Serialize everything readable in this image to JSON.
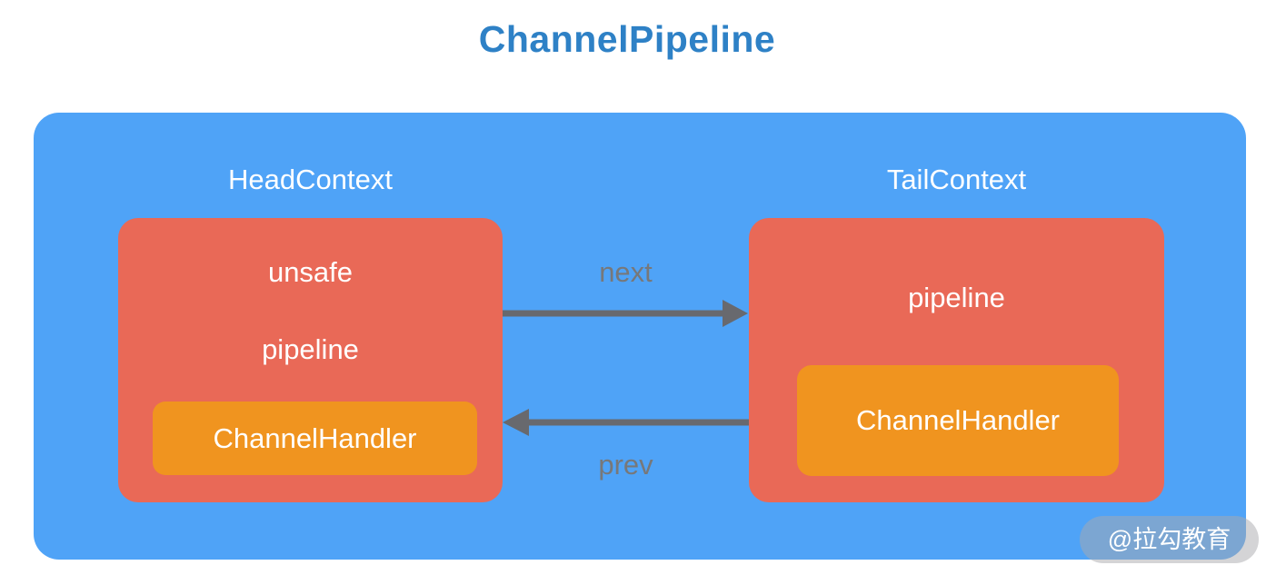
{
  "title": "ChannelPipeline",
  "colors": {
    "title": "#2E81C6",
    "container": "#4FA3F7",
    "context_box": "#E96957",
    "handler_box": "#F0941F",
    "arrow": "#68696E",
    "arrow_label": "#77787A",
    "watermark_text": "#FFFFFF",
    "label_text": "#FFFFFF"
  },
  "diagram": {
    "head_context": {
      "label": "HeadContext",
      "fields": [
        "unsafe",
        "pipeline"
      ],
      "handler": "ChannelHandler"
    },
    "tail_context": {
      "label": "TailContext",
      "fields": [
        "pipeline"
      ],
      "handler": "ChannelHandler"
    },
    "arrows": {
      "next_label": "next",
      "prev_label": "prev"
    }
  },
  "watermark": "@拉勾教育"
}
